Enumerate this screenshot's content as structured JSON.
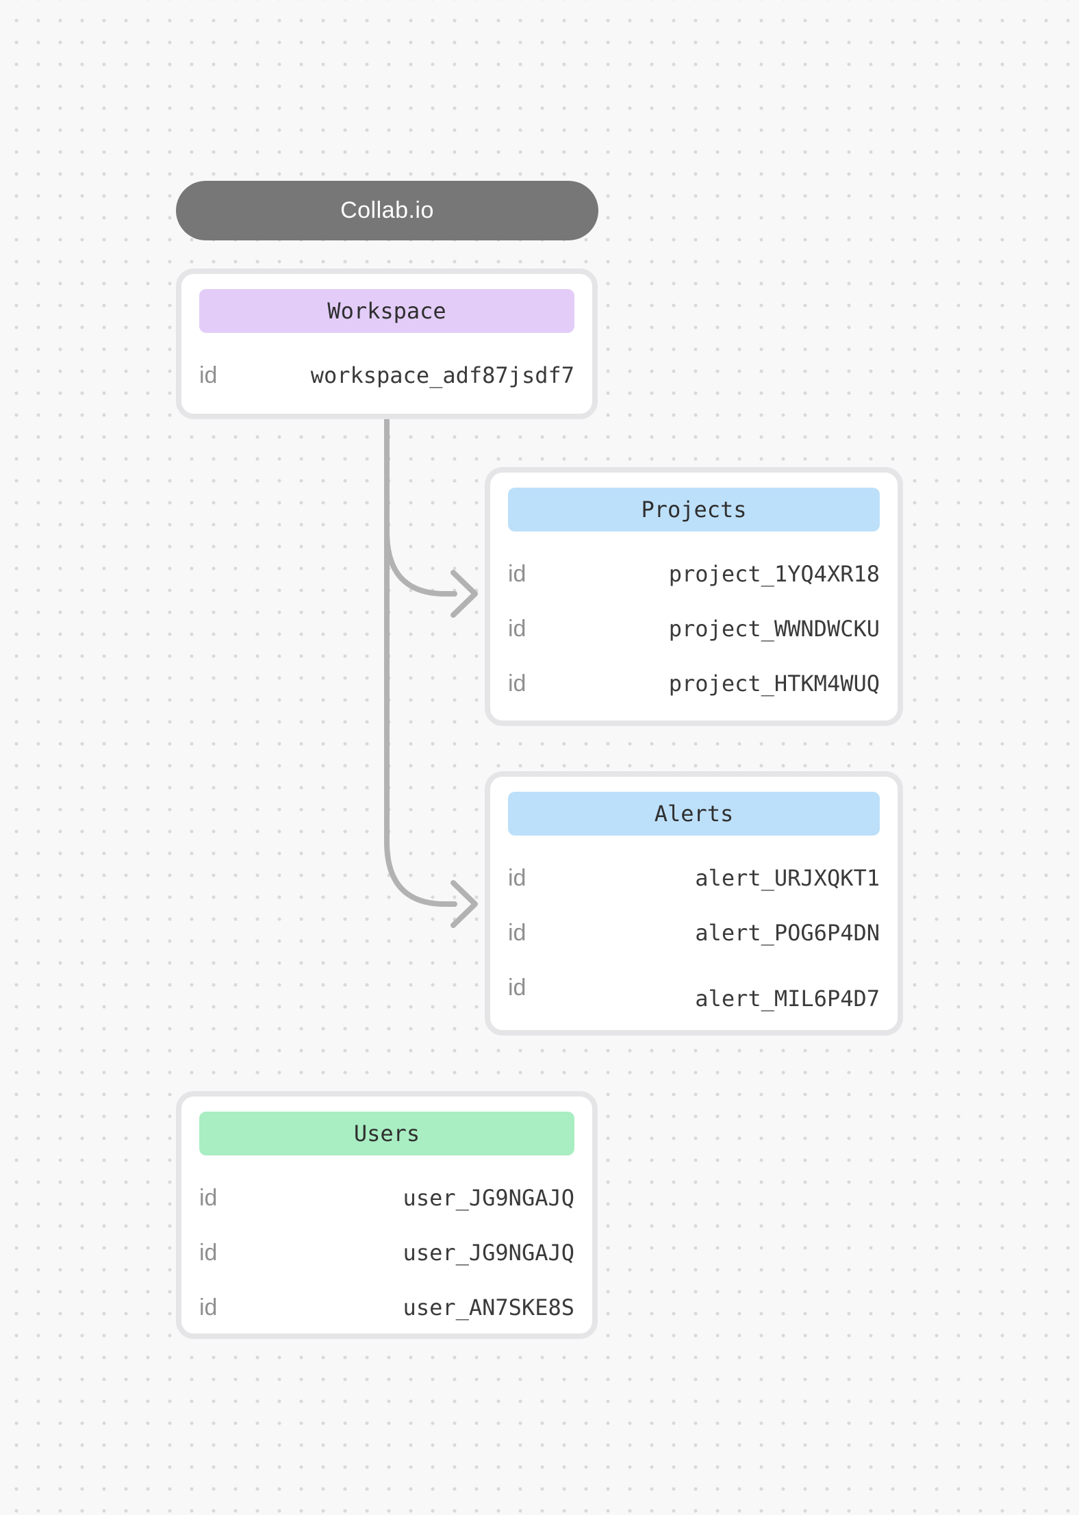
{
  "title_pill": {
    "label": "Collab.io",
    "background": "#777777",
    "text_color": "#ffffff"
  },
  "diagram": {
    "background_color": "#f8f8f9",
    "dot_color": "#d9d9d9",
    "card_border_color": "#e5e5e7",
    "connector_color": "#b2b2b2",
    "key_label_color": "#8f8f8f",
    "value_text_color": "#3a3a3a"
  },
  "entities": {
    "workspace": {
      "title": "Workspace",
      "header_color": "#e3cdf8",
      "rows": [
        {
          "key": "id",
          "value": "workspace_adf87jsdf7"
        }
      ]
    },
    "projects": {
      "title": "Projects",
      "header_color": "#bde0fa",
      "rows": [
        {
          "key": "id",
          "value": "project_1YQ4XR18"
        },
        {
          "key": "id",
          "value": "project_WWNDWCKU"
        },
        {
          "key": "id",
          "value": "project_HTKM4WUQ"
        }
      ]
    },
    "alerts": {
      "title": "Alerts",
      "header_color": "#bde0fa",
      "rows": [
        {
          "key": "id",
          "value": "alert_URJXQKT1"
        },
        {
          "key": "id",
          "value": "alert_POG6P4DN"
        },
        {
          "key": "id",
          "value": "alert_MIL6P4D7"
        }
      ]
    },
    "users": {
      "title": "Users",
      "header_color": "#a9edc2",
      "rows": [
        {
          "key": "id",
          "value": "user_JG9NGAJQ"
        },
        {
          "key": "id",
          "value": "user_JG9NGAJQ"
        },
        {
          "key": "id",
          "value": "user_AN7SKE8S"
        }
      ]
    }
  }
}
